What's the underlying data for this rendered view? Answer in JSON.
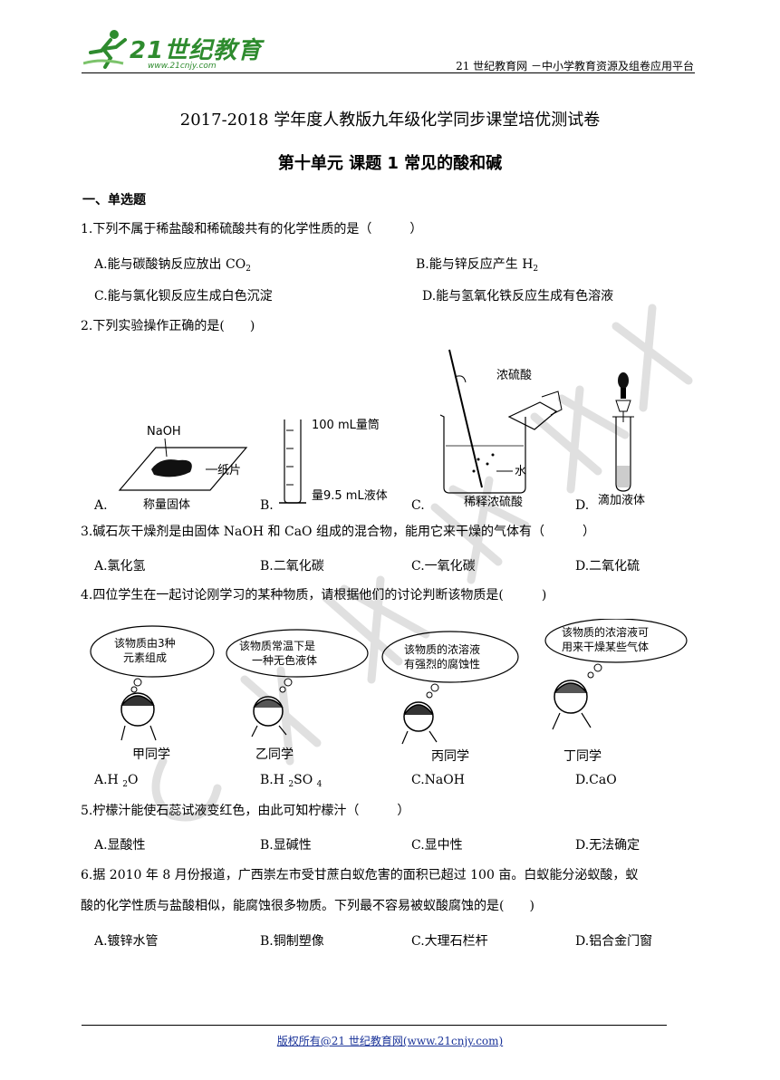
{
  "header": {
    "logo_text": "21世纪教育",
    "logo_url": "www.21cnjy.com",
    "right_text": "21 世纪教育网  －中小学教育资源及组卷应用平台"
  },
  "title": "2017-2018 学年度人教版九年级化学同步课堂培优测试卷",
  "subtitle": "第十单元  课题 1  常见的酸和碱",
  "section": "一、单选题",
  "questions": [
    {
      "stem": "1.下列不属于稀盐酸和稀硫酸共有的化学性质的是（　　　）",
      "options": [
        "A.能与碳酸钠反应放出 CO",
        "B.能与锌反应产生 H",
        "C.能与氯化钡反应生成白色沉淀",
        "D.能与氢氧化铁反应生成有色溶液"
      ],
      "subs": [
        "2",
        "2"
      ]
    },
    {
      "stem": "2.下列实验操作正确的是(　　)",
      "options": [
        "A.",
        "B.",
        "C.",
        "D."
      ],
      "figure_labels": {
        "a_naoh": "NaOH",
        "a_paper": "纸片",
        "a_caption": "称量固体",
        "b_top": "100 mL量筒",
        "b_bottom": "量9.5 mL液体",
        "c_acid": "浓硫酸",
        "c_water": "水",
        "c_caption": "稀释浓硫酸",
        "d_caption": "滴加液体"
      }
    },
    {
      "stem": "3.碱石灰干燥剂是由固体 NaOH 和 CaO 组成的混合物，能用它来干燥的气体有（　　　）",
      "options": [
        "A.氯化氢",
        "B.二氧化碳",
        "C.一氧化碳",
        "D.二氧化硫"
      ]
    },
    {
      "stem": "4.四位学生在一起讨论刚学习的某种物质，请根据他们的讨论判断该物质是(　　　)",
      "bubbles": [
        [
          "该物质由3种",
          "元素组成"
        ],
        [
          "该物质常温下是",
          "一种无色液体"
        ],
        [
          "该物质的浓溶液",
          "有强烈的腐蚀性"
        ],
        [
          "该物质的浓溶液可",
          "用来干燥某些气体"
        ]
      ],
      "students": [
        "甲同学",
        "乙同学",
        "丙同学",
        "丁同学"
      ],
      "options": [
        "A.H ",
        "B.H ",
        "C.NaOH",
        "D.CaO"
      ],
      "opt_a_sub": "2",
      "opt_a_tail": "O",
      "opt_b_sub1": "2",
      "opt_b_mid": "SO ",
      "opt_b_sub2": "4"
    },
    {
      "stem": "5.柠檬汁能使石蕊试液变红色，由此可知柠檬汁（　　　）",
      "options": [
        "A.显酸性",
        "B.显碱性",
        "C.显中性",
        "D.无法确定"
      ]
    },
    {
      "stem_line1": "6.据 2010 年 8 月份报道，广西崇左市受甘蔗白蚁危害的面积已超过 100 亩。白蚁能分泌蚁酸，蚁",
      "stem_line2": "酸的化学性质与盐酸相似，能腐蚀很多物质。下列最不容易被蚁酸腐蚀的是(　　)",
      "options": [
        "A.镀锌水管",
        "B.铜制塑像",
        "C.大理石栏杆",
        "D.铝合金门窗"
      ]
    }
  ],
  "footer": "版权所有@21 世纪教育网(www.21cnjy.com)"
}
